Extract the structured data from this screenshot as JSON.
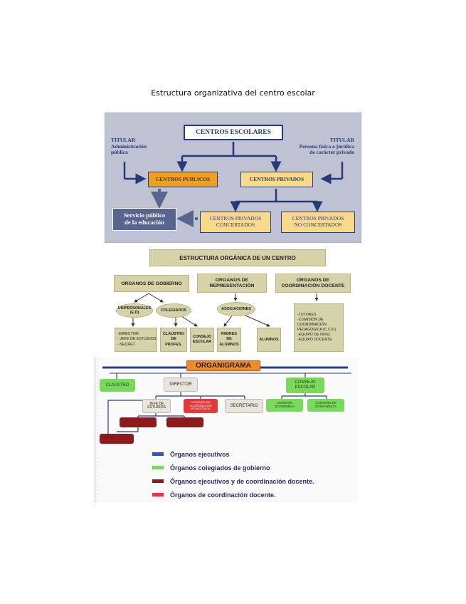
{
  "page_title": "Estructura organizativa del centro escolar",
  "diagram1": {
    "centros_escolares": "CENTROS ESCOLARES",
    "titular_left": [
      "TITULAR",
      "Administración",
      "pública"
    ],
    "titular_right": [
      "TITULAR",
      "Persona física o jurídica",
      "de carácter privado"
    ],
    "centros_publicos": "CENTROS PUBLICOS",
    "centros_privados": "CENTROS PRIVADOS",
    "servicio_publico": [
      "Servicio público",
      "de la educación"
    ],
    "concertados": [
      "CENTROS PRIVADOS",
      "CONCERTADOS"
    ],
    "no_concertados": [
      "CENTROS PRIVADOS",
      "NO CONCERTADOS"
    ],
    "colors": {
      "navy": "#243a7a",
      "orange": "#f0a020",
      "yellow_box": "#f9d98c",
      "dark_slate": "#58658f"
    }
  },
  "diagram2": {
    "header": "ESTRUCTURA ORGÁNICA DE UN CENTRO",
    "gobierno": "ORGANOS DE GOBIERNO",
    "representacion": [
      "ORGANOS DE",
      "REPRESENTACIÓN"
    ],
    "coordinacion": [
      "ORGANOS DE",
      "COORDINACIÓN DOCENTE"
    ],
    "unipersonales": [
      "UNIPERSONALES",
      "(E.D)"
    ],
    "colegiados": "COLEGIADOS",
    "asociaciones": "ASOCIACIONES",
    "list_gobierno": [
      "-DIRECTOR",
      "- JEFE DE ESTUDIOS",
      "- SECRET."
    ],
    "claustro": [
      "CLAUSTRO",
      "DE",
      "PROFES."
    ],
    "consejo": [
      "CONSEJO",
      "ESCOLAR"
    ],
    "padres": [
      "PADRES",
      "DE",
      "ALUMNOS"
    ],
    "alumnos": "ALUMNOS",
    "list_coordinacion": [
      "-TUTORES",
      "-COMISIÓN DE",
      "COORDINACIÓN",
      "PEDAGÓGICA (C.C.P.)",
      "-EQUIPO DE NIVEL",
      "-EQUIPO DOCENTE"
    ],
    "colors": {
      "olive": "#d6d3a8"
    }
  },
  "diagram3": {
    "title": "ORGANIGRAMA",
    "claustro": "CLAUSTRO",
    "director": "DIRECTOR",
    "consejo": [
      "CONSEJO",
      "ESCOLAR"
    ],
    "jefe": [
      "JEFE DE",
      "ESTUDIOS"
    ],
    "comision_ccp": [
      "COMISIÓN DE",
      "COORDINACIÓN",
      "PEDAGÓGICA"
    ],
    "secretario": "SECRETARIO",
    "comision_economica": [
      "COMISIÓN",
      "ECONÓMICA"
    ],
    "comision_convivencia": [
      "COMISIÓN DE",
      "CONVIVENCIA"
    ],
    "legend": [
      {
        "label": "Órganos ejecutivos",
        "color": "#2d52c8"
      },
      {
        "label": "Órganos colegiados de gobierno",
        "color": "#7ad85a"
      },
      {
        "label": "Órganos ejecutivos y de coordinación docente.",
        "color": "#8c1c1c"
      },
      {
        "label": "Órganos de coordinación docente.",
        "color": "#e23a3a"
      }
    ]
  }
}
